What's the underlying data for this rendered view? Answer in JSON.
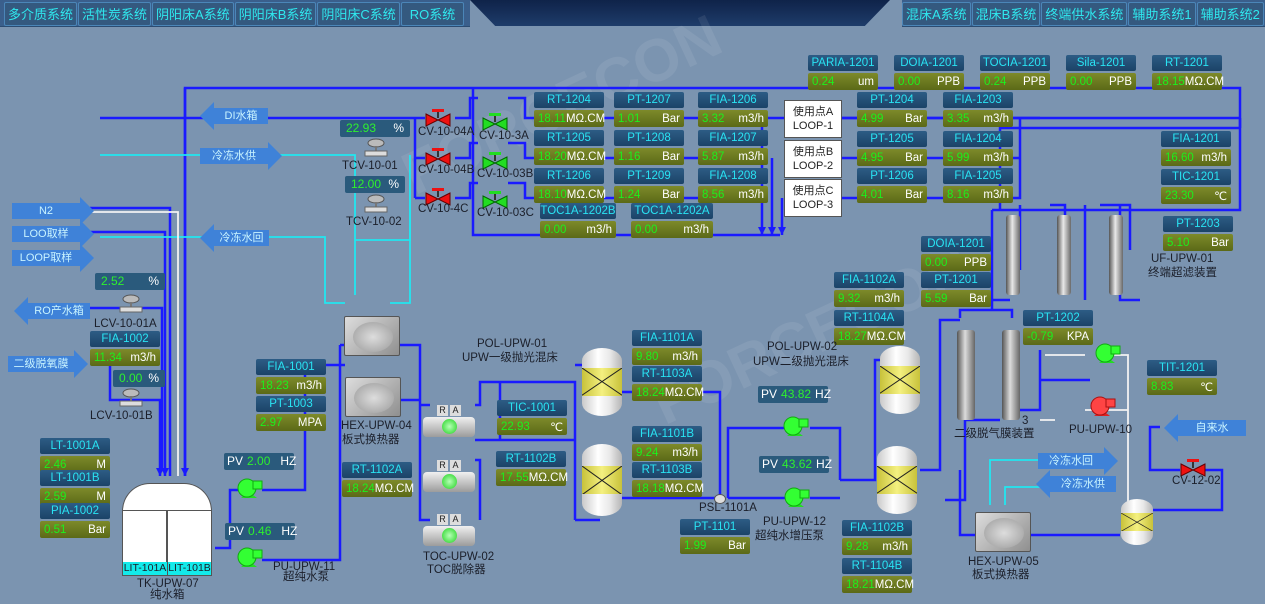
{
  "nav": {
    "left_tabs": [
      "多介质系统",
      "活性炭系统",
      "阴阳床A系统",
      "阴阳床B系统",
      "阴阳床C系统",
      "RO系统"
    ],
    "right_tabs": [
      "混床A系统",
      "混床B系统",
      "终端供水系统",
      "辅助系统1",
      "辅助系统2"
    ]
  },
  "colors": {
    "background": "#7b94b0",
    "pipe_blue": "#1a1aff",
    "pipe_cyan": "#22e6f0",
    "pipe_white": "#f0f0f0",
    "tag_header": "#1b4367",
    "tag_value": "#6b7820",
    "value_green": "#1cf01c",
    "valve_open": "#22dd22",
    "valve_closed": "#ee1111"
  },
  "arrows": {
    "di_tank": "DI水箱",
    "chill_supply_top": "冷冻水供",
    "chill_return_top": "冷冻水回",
    "n2": "N2",
    "loo_sample": "LOO取样",
    "loop_sample": "LOOP取样",
    "ro_product_tank": "RO产水箱",
    "secondary_degas": "二级脱氧膜",
    "chill_return_bottom": "冷冻水回",
    "chill_supply_bottom": "冷冻水供",
    "tap_water": "自来水"
  },
  "top_instruments": [
    {
      "tag": "PARIA-1201",
      "value": "0.24",
      "unit": "um"
    },
    {
      "tag": "DOIA-1201",
      "value": "0.00",
      "unit": "PPB"
    },
    {
      "tag": "TOCIA-1201",
      "value": "0.24",
      "unit": "PPB"
    },
    {
      "tag": "Sila-1201",
      "value": "0.00",
      "unit": "PPB"
    },
    {
      "tag": "RT-1201",
      "value": "18.15",
      "unit": "MΩ.CM"
    }
  ],
  "loop_instruments": [
    {
      "tag": "RT-1204",
      "value": "18.11",
      "unit": "MΩ.CM"
    },
    {
      "tag": "PT-1207",
      "value": "1.01",
      "unit": "Bar"
    },
    {
      "tag": "FIA-1206",
      "value": "3.32",
      "unit": "m3/h"
    },
    {
      "tag": "RT-1205",
      "value": "18.20",
      "unit": "MΩ.CM"
    },
    {
      "tag": "PT-1208",
      "value": "1.16",
      "unit": "Bar"
    },
    {
      "tag": "FIA-1207",
      "value": "5.87",
      "unit": "m3/h"
    },
    {
      "tag": "RT-1206",
      "value": "18.10",
      "unit": "MΩ.CM"
    },
    {
      "tag": "PT-1209",
      "value": "1.24",
      "unit": "Bar"
    },
    {
      "tag": "FIA-1208",
      "value": "8.56",
      "unit": "m3/h"
    },
    {
      "tag": "TOC1A-1202B",
      "value": "0.00",
      "unit": "m3/h"
    },
    {
      "tag": "TOC1A-1202A",
      "value": "0.00",
      "unit": "m3/h"
    }
  ],
  "return_instruments": [
    {
      "tag": "PT-1204",
      "value": "4.99",
      "unit": "Bar"
    },
    {
      "tag": "FIA-1203",
      "value": "3.35",
      "unit": "m3/h"
    },
    {
      "tag": "PT-1205",
      "value": "4.95",
      "unit": "Bar"
    },
    {
      "tag": "FIA-1204",
      "value": "5.99",
      "unit": "m3/h"
    },
    {
      "tag": "PT-1206",
      "value": "4.01",
      "unit": "Bar"
    },
    {
      "tag": "FIA-1205",
      "value": "8.16",
      "unit": "m3/h"
    }
  ],
  "loops": [
    {
      "line1": "使用点A",
      "line2": "LOOP-1"
    },
    {
      "line1": "使用点B",
      "line2": "LOOP-2"
    },
    {
      "line1": "使用点C",
      "line2": "LOOP-3"
    }
  ],
  "right_instruments": [
    {
      "tag": "FIA-1201",
      "value": "16.60",
      "unit": "m3/h"
    },
    {
      "tag": "TIC-1201",
      "value": "23.30",
      "unit": "℃"
    },
    {
      "tag": "PT-1203",
      "value": "5.10",
      "unit": "Bar"
    },
    {
      "tag": "DOIA-1201",
      "value": "0.00",
      "unit": "PPB"
    },
    {
      "tag": "PT-1201",
      "value": "5.59",
      "unit": "Bar"
    },
    {
      "tag": "FIA-1102A",
      "value": "9.32",
      "unit": "m3/h"
    },
    {
      "tag": "RT-1104A",
      "value": "18.27",
      "unit": "MΩ.CM"
    },
    {
      "tag": "PT-1202",
      "value": "-0.79",
      "unit": "KPA"
    },
    {
      "tag": "TIT-1201",
      "value": "8.83",
      "unit": "℃"
    }
  ],
  "left_instruments": [
    {
      "tag": "FIA-1002",
      "value": "11.34",
      "unit": "m3/h"
    },
    {
      "tag": "LT-1001A",
      "value": "2.46",
      "unit": "M"
    },
    {
      "tag": "LT-1001B",
      "value": "2.59",
      "unit": "M"
    },
    {
      "tag": "PIA-1002",
      "value": "0.51",
      "unit": "Bar"
    },
    {
      "tag": "FIA-1001",
      "value": "18.23",
      "unit": "m3/h"
    },
    {
      "tag": "PT-1003",
      "value": "2.97",
      "unit": "MPA"
    },
    {
      "tag": "RT-1102A",
      "value": "18.24",
      "unit": "MΩ.CM"
    }
  ],
  "middle_instruments": [
    {
      "tag": "TIC-1001",
      "value": "22.93",
      "unit": "℃"
    },
    {
      "tag": "RT-1102B",
      "value": "17.55",
      "unit": "MΩ.CM"
    },
    {
      "tag": "FIA-1101A",
      "value": "9.80",
      "unit": "m3/h"
    },
    {
      "tag": "RT-1103A",
      "value": "18.24",
      "unit": "MΩ.CM"
    },
    {
      "tag": "FIA-1101B",
      "value": "9.24",
      "unit": "m3/h"
    },
    {
      "tag": "RT-1103B",
      "value": "18.18",
      "unit": "MΩ.CM"
    },
    {
      "tag": "PT-1101",
      "value": "1.99",
      "unit": "Bar"
    },
    {
      "tag": "FIA-1102B",
      "value": "9.28",
      "unit": "m3/h"
    },
    {
      "tag": "RT-1104B",
      "value": "18.21",
      "unit": "MΩ.CM"
    }
  ],
  "valve_openings": [
    {
      "tag": "TCV-10-01",
      "value": "22.93",
      "unit": "%"
    },
    {
      "tag": "TCV-10-02",
      "value": "12.00",
      "unit": "%"
    },
    {
      "tag": "LCV-10-01A",
      "value": "2.52",
      "unit": "%"
    },
    {
      "tag": "LCV-10-01B",
      "value": "0.00",
      "unit": "%"
    }
  ],
  "pump_speeds": [
    {
      "label": "PV",
      "value": "2.00",
      "unit": "HZ"
    },
    {
      "label": "PV",
      "value": "0.46",
      "unit": "HZ"
    },
    {
      "label": "PV",
      "value": "43.82",
      "unit": "HZ"
    },
    {
      "label": "PV",
      "value": "43.62",
      "unit": "HZ"
    }
  ],
  "valves": {
    "cv_10_04a": "CV-10-04A",
    "cv_10_04b": "CV-10-04B",
    "cv_10_4c": "CV-10-4C",
    "cv_10_3a": "CV-10-3A",
    "cv_10_03b": "CV-10-03B",
    "cv_10_03c": "CV-10-03C",
    "cv_12_02": "CV-12-02"
  },
  "equipment": {
    "tank_level_a": "LIT-101A",
    "tank_level_b": "LIT-101B",
    "tank_name": "TK-UPW-07",
    "tank_desc": "纯水箱",
    "pump_11": "PU-UPW-11",
    "pump_11_desc": "超纯水泵",
    "hex_04": "HEX-UPW-04",
    "hex_04_desc": "板式换热器",
    "toc_02": "TOC-UPW-02",
    "toc_02_desc": "TOC脱除器",
    "pol_01": "POL-UPW-01",
    "pol_01_desc": "UPW一级抛光混床",
    "pol_02": "POL-UPW-02",
    "pol_02_desc": "UPW二级抛光混床",
    "psl": "PSL-1101A",
    "pump_12": "PU-UPW-12",
    "pump_12_desc": "超纯水增压泵",
    "uf_01": "UF-UPW-01",
    "uf_01_desc": "终端超滤装置",
    "degas": "二级脱气膜装置",
    "degas_num": "3",
    "pump_10": "PU-UPW-10",
    "hex_05": "HEX-UPW-05",
    "hex_05_desc": "板式换热器",
    "toc_ra_r": "R",
    "toc_ra_a": "A"
  }
}
